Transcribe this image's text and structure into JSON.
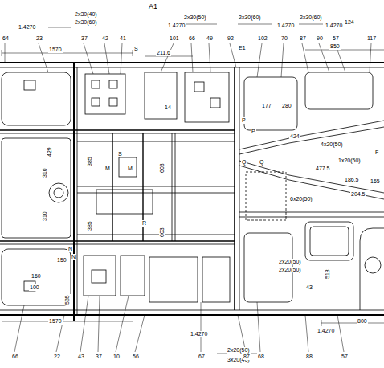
{
  "diagram": {
    "title": "A1",
    "labels": [
      "64",
      "23",
      "37",
      "42",
      "41",
      "101",
      "66",
      "49",
      "92",
      "102",
      "70",
      "87",
      "90",
      "57",
      "124",
      "117",
      "1570",
      "S",
      "211.6",
      "E1",
      "850",
      "1.4270",
      "2x30(40)",
      "2x30(60)",
      "1.4270",
      "2x30(50)",
      "2x30(60)",
      "1.4270",
      "2x30(60)",
      "1.4270",
      "429",
      "310",
      "310",
      "385",
      "385",
      "603",
      "603",
      "M",
      "S",
      "M",
      "R",
      "N",
      "N",
      "150",
      "160",
      "100",
      "585",
      "14",
      "177",
      "280",
      "P",
      "P",
      "Q",
      "Q",
      "424",
      "4x20(50)",
      "1x20(50)",
      "477.5",
      "186.5",
      "204.5",
      "165",
      "F",
      "6x20(50)",
      "2x20(50)",
      "2x20(50)",
      "518",
      "43",
      "1570",
      "800",
      "1.4270",
      "2x20(50)",
      "3x20(40)",
      "66",
      "22",
      "43",
      "37",
      "10",
      "56",
      "67",
      "87",
      "68",
      "88",
      "57",
      "1.4270"
    ]
  }
}
